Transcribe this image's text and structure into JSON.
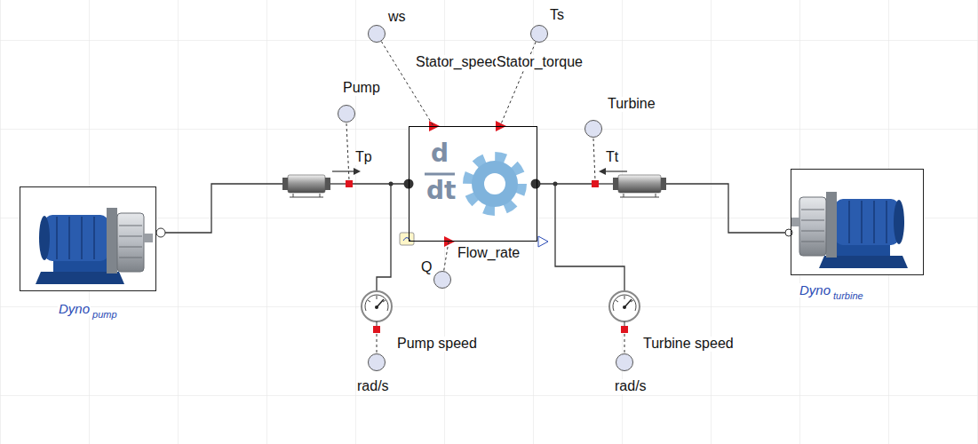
{
  "diagram": {
    "nodes": [
      {
        "text": [
          "ws",
          "Stator_speed"
        ]
      },
      {
        "text": [
          "Ts",
          "Stator_torque"
        ]
      },
      {
        "text": [
          "Pump",
          "Tp"
        ]
      },
      {
        "text": [
          "Turbine",
          "Tt"
        ]
      },
      {
        "text": [
          "d",
          "dt"
        ]
      },
      {
        "text": [
          "Dyno",
          "pump"
        ]
      },
      {
        "text": [
          "Dyno",
          "turbine"
        ]
      },
      {
        "text": [
          "Q",
          "Flow_rate"
        ]
      },
      {
        "text": [
          "Pump speed",
          "rad/s"
        ]
      },
      {
        "text": [
          "Turbine speed",
          "rad/s"
        ]
      }
    ],
    "edges": [
      {
        "from": 0,
        "to": 4,
        "arrow": "none"
      },
      {
        "from": 1,
        "to": 4,
        "arrow": "none"
      },
      {
        "from": 4,
        "to": 7,
        "arrow": "none"
      }
    ]
  }
}
